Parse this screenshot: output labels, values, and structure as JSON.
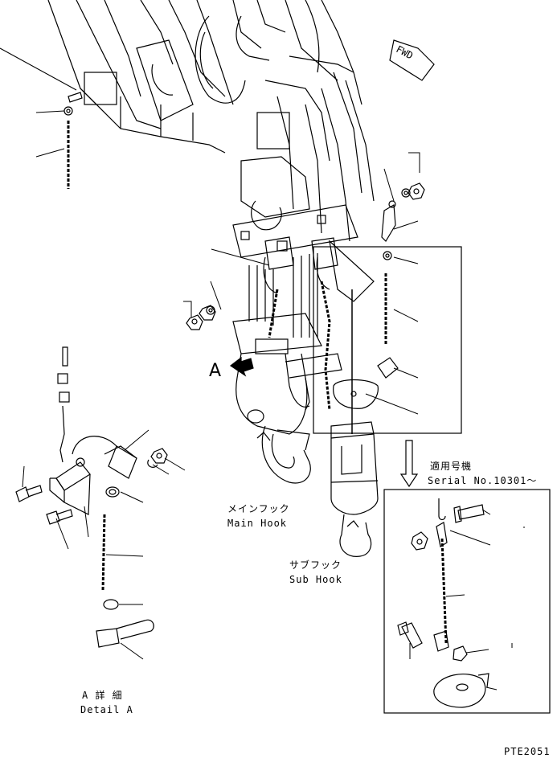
{
  "labels": {
    "fwd": "FWD",
    "view_marker": "A",
    "main_hook_jp": "メインフック",
    "main_hook_en": "Main Hook",
    "sub_hook_jp": "サブフック",
    "sub_hook_en": "Sub Hook",
    "applicable_jp": "適用号機",
    "serial": "Serial No.10301～",
    "detail_jp": "A 詳 細",
    "detail_en": "Detail A",
    "figure_code": "PTE2051"
  }
}
